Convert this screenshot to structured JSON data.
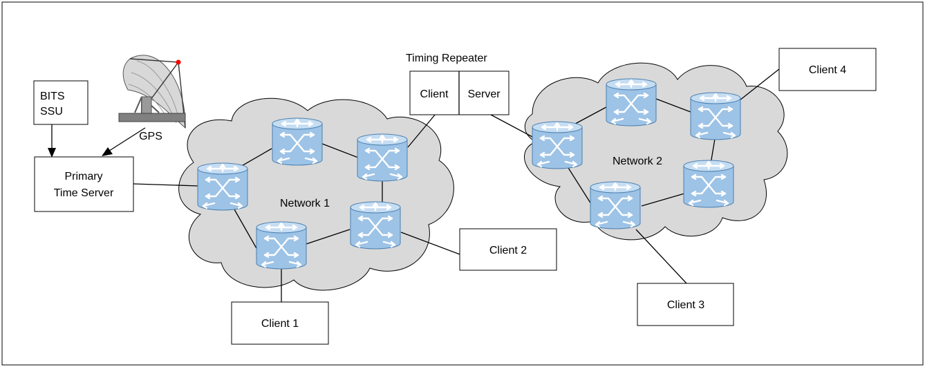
{
  "labels": {
    "bits_ssu_line1": "BITS",
    "bits_ssu_line2": "SSU",
    "primary_server_line1": "Primary",
    "primary_server_line2": "Time Server",
    "gps": "GPS",
    "timing_repeater": "Timing Repeater",
    "repeater_client": "Client",
    "repeater_server": "Server",
    "network1": "Network 1",
    "network2": "Network 2",
    "client1": "Client 1",
    "client2": "Client 2",
    "client3": "Client 3",
    "client4": "Client 4"
  },
  "icons": {
    "router": "router-switch-icon",
    "satellite": "satellite-dish-icon"
  },
  "colors": {
    "cloud_fill": "#d9d9d9",
    "router_fill": "#9dc3e6",
    "router_top": "#c5ddf2",
    "router_stroke": "#4a7fb0"
  }
}
